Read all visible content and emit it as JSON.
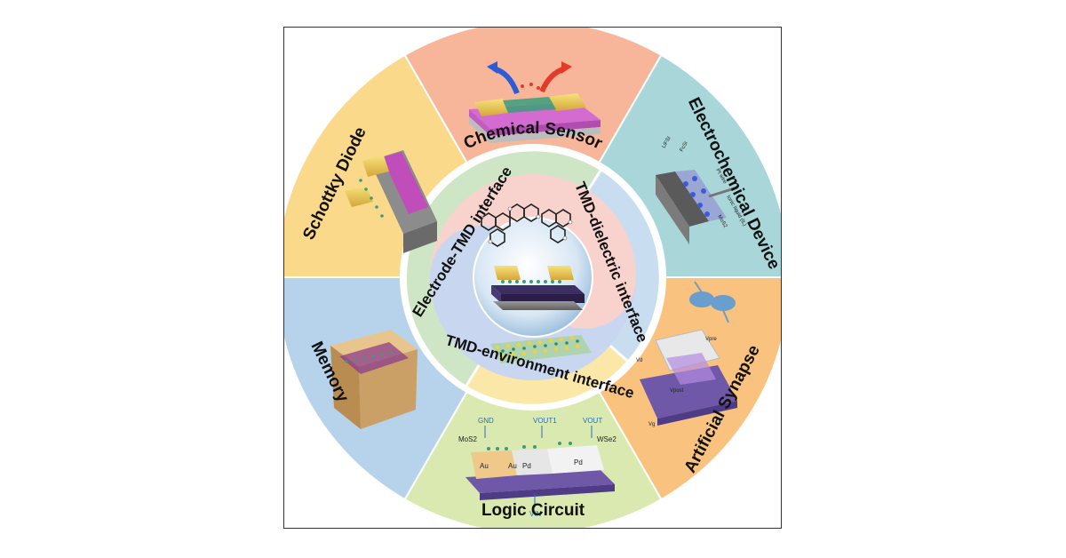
{
  "segments": {
    "chemical_sensor": "Chemical Sensor",
    "electrochemical_device": "Electrochemical Device",
    "artificial_synapse": "Artificial Synapse",
    "logic_circuit": "Logic Circuit",
    "memory": "Memory",
    "schottky_diode": "Schottky Diode"
  },
  "inner_ring": {
    "electrode_tmd": "Electrode-TMD interface",
    "tmd_dielectric": "TMD-dielectric interface",
    "tmd_environment": "TMD-environment interface"
  },
  "logic_circuit_labels": {
    "gnd": "GND",
    "vout1": "VOUT1",
    "vout": "VOUT",
    "mos2": "MoS2",
    "wse2": "WSe2",
    "au1": "Au",
    "au2": "Au",
    "pd1": "Pd",
    "pd2": "Pd",
    "vin": "VIN"
  },
  "electrochem_labels": {
    "lifsi": "LiFSI",
    "fcsi": "FcSi",
    "pt_wire": "Pt wire",
    "ionic_liquid": "Ionic liquid (IL)",
    "mos2": "MoS2"
  },
  "synapse_labels": {
    "vpre": "Vpre",
    "vpost": "Vpost",
    "vd": "Vd",
    "vg": "Vg"
  },
  "colors": {
    "chemical_sensor": "#f7b69a",
    "electrochemical_device": "#a8d6d9",
    "artificial_synapse": "#f9c27f",
    "logic_circuit": "#d9e9b0",
    "memory": "#b7d3ec",
    "schottky_diode": "#fbd98a",
    "ring_electrode_tmd": "#cfe6c6",
    "ring_tmd_dielectric": "#c9ddf1",
    "ring_tmd_environment": "#fbe7a8"
  }
}
